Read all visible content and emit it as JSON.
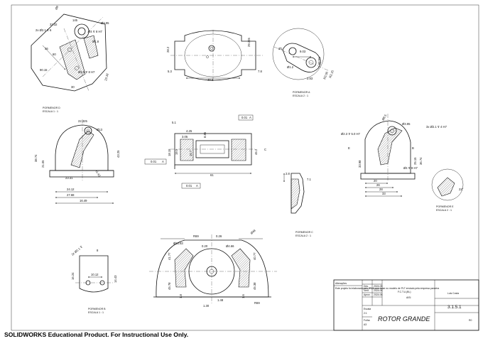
{
  "drawing": {
    "part_name": "ROTOR GRANDE",
    "drawing_number": "3.1.5.1",
    "author": "Luis Costa",
    "tolerance_note": "F.C.T.U.(BL)",
    "watermark": "SOLIDWORKS Educational Product. For Instructional Use Only."
  },
  "views": {
    "detail_d": {
      "label_1": "PORMENOR D",
      "label_2": "ESCALA 1 : 1"
    },
    "detail_a": {
      "label_1": "PORMENOR A",
      "label_2": "ESCALA 2 : 1"
    },
    "detail_c": {
      "label_1": "PORMENOR C",
      "label_2": "ESCALA 2 : 1"
    },
    "detail_e": {
      "label_1": "PORMENOR E",
      "label_2": "ESCALA 2 : 1"
    },
    "detail_b": {
      "label_1": "PORMENOR B",
      "label_2": "ESCALA 1 : 1"
    }
  },
  "dimensions": {
    "top_left": [
      "Ø8",
      "33.32",
      "145",
      "Ø3.95",
      "2x Ø2.1 ⊽ 6",
      "Ø4 ⊽ 8 H7",
      "60",
      "36",
      "90.15",
      "Ø3.5 ⊽ 8 H7",
      "23.18",
      "30",
      "Ø1.8"
    ],
    "top_center": [
      "40.6",
      "29.205",
      "28.2",
      "5.3",
      "7.8"
    ],
    "top_right": [
      "9.03",
      "R4.66",
      "Ø1",
      "Ø1.2",
      "2.83",
      "R3.50",
      "R2.15"
    ],
    "mid_left": [
      "22.325",
      "Ø13",
      "38.74",
      "43.25",
      "21.05",
      "23.31",
      "24.12",
      "27.68",
      "16.49",
      "41.43"
    ],
    "mid_center": [
      "0.01",
      "A",
      "5.1",
      "4.25",
      "3.05",
      "8.85",
      "18.15",
      "19.5",
      "15.7",
      "46.2",
      "0.01",
      "A",
      "0.01",
      "A",
      "61",
      "C"
    ],
    "mid_small": [
      "2.8",
      "7.1"
    ],
    "mid_right": [
      "Ø8.5",
      "3x Ø2.1 ⊽ 4 H7",
      "Ø3.95",
      "Ø2.3 ⊽ 5.0 H7",
      "E",
      "33.98",
      "25.15",
      "36.74",
      "Ø4 ⊽ 8 H7",
      "B",
      "20",
      "26",
      "28",
      "33",
      "22°"
    ],
    "bottom_left": [
      "8",
      "2x Ø2.1 ⊽",
      "10.12",
      "16.24",
      "14.43"
    ],
    "bottom_center": [
      "R69",
      "Ø48",
      "0.26",
      "Ø12.83",
      "0.20",
      "Ø4.66",
      "41.77",
      "40.77",
      "45.78",
      "45.38",
      "1.48",
      "1.30",
      "1.8",
      "1.6",
      "R69"
    ]
  },
  "title_block": {
    "left_header": "Alterações",
    "left_note": "Este projeto foi elaborado pelo IPCA com base no modelo de PLT enviado pela empresa parceira",
    "fields": [
      "Des.",
      "Verif.",
      "Aprov.",
      "Escala",
      "2:1",
      "Folha",
      "A3"
    ],
    "dates": [
      "2024-05",
      "2024-06",
      "2024-06"
    ],
    "material": "AISI",
    "revision": "R0"
  }
}
